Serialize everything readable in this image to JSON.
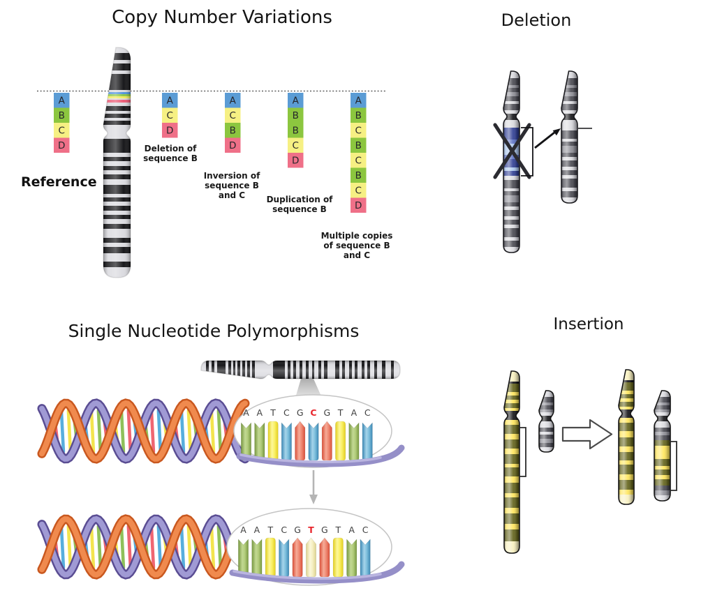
{
  "cnv": {
    "title": "Copy Number Variations",
    "reference_label": "Reference",
    "block_colors": {
      "A": "#5b9cd5",
      "B": "#8cc63f",
      "C": "#f6f083",
      "D": "#ef7088"
    },
    "columns": [
      {
        "id": "reference",
        "blocks": [
          "A",
          "B",
          "C",
          "D"
        ],
        "label_lines": []
      },
      {
        "id": "deletion-of-b",
        "blocks": [
          "A",
          "C",
          "D"
        ],
        "label_lines": [
          "Deletion of",
          "sequence B"
        ]
      },
      {
        "id": "inversion-of-b-and-c",
        "blocks": [
          "A",
          "C",
          "B",
          "D"
        ],
        "label_lines": [
          "Inversion of",
          "sequence B",
          "and C"
        ]
      },
      {
        "id": "duplication-of-b",
        "blocks": [
          "A",
          "B",
          "B",
          "C",
          "D"
        ],
        "label_lines": [
          "Duplication of",
          "sequence B"
        ]
      },
      {
        "id": "multiple-copies-of-b-and-c",
        "blocks": [
          "A",
          "B",
          "C",
          "B",
          "C",
          "B",
          "C",
          "D"
        ],
        "label_lines": [
          "Multiple copies",
          "of sequence B",
          "and C"
        ]
      }
    ]
  },
  "deletion_panel": {
    "title": "Deletion"
  },
  "insertion_panel": {
    "title": "Insertion"
  },
  "snp": {
    "title": "Single Nucleotide Polymorphisms",
    "sequence_before": [
      "A",
      "A",
      "T",
      "C",
      "G",
      "C",
      "G",
      "T",
      "A",
      "C"
    ],
    "sequence_after": [
      "A",
      "A",
      "T",
      "C",
      "G",
      "T",
      "G",
      "T",
      "A",
      "C"
    ],
    "variant_index": 5,
    "variant_color": "#e8262d",
    "base_colors": {
      "A": "#8fae57",
      "T": "#f2e84b",
      "C": "#5ba3c9",
      "G": "#e66a51"
    }
  }
}
